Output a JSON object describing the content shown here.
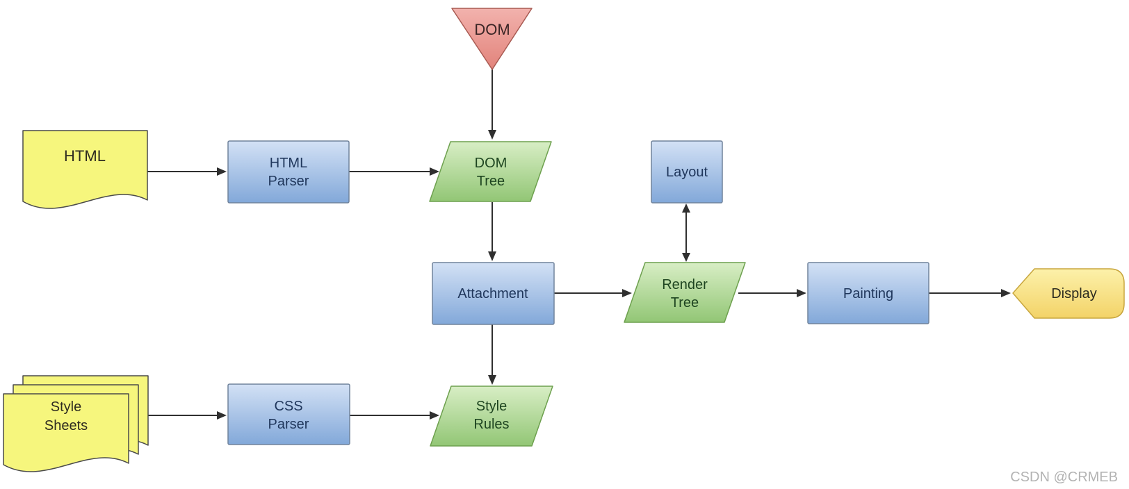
{
  "diagram": {
    "nodes": {
      "html_doc": {
        "label": "HTML"
      },
      "html_parser": {
        "line1": "HTML",
        "line2": "Parser"
      },
      "dom": {
        "label": "DOM"
      },
      "dom_tree": {
        "line1": "DOM",
        "line2": "Tree"
      },
      "layout": {
        "label": "Layout"
      },
      "attachment": {
        "label": "Attachment"
      },
      "render_tree": {
        "line1": "Render",
        "line2": "Tree"
      },
      "painting": {
        "label": "Painting"
      },
      "display": {
        "label": "Display"
      },
      "style_sheets": {
        "line1": "Style",
        "line2": "Sheets"
      },
      "css_parser": {
        "line1": "CSS",
        "line2": "Parser"
      },
      "style_rules": {
        "line1": "Style",
        "line2": "Rules"
      }
    },
    "colors": {
      "box_blue_top": "#d3e1f5",
      "box_blue_bottom": "#82a8d9",
      "box_blue_border": "#70839c",
      "box_blue_text": "#20375c",
      "para_green_top": "#d8eec5",
      "para_green_bottom": "#92c675",
      "para_green_border": "#6da04e",
      "para_green_text": "#1e4520",
      "doc_yellow": "#f6f67d",
      "doc_border": "#4a4a4a",
      "doc_text": "#2e2b20",
      "tri_red_top": "#f2b2ad",
      "tri_red_bottom": "#e2837b",
      "tri_red_border": "#a85a52",
      "tri_red_text": "#3a2525",
      "display_gold_top": "#fcf1aa",
      "display_gold_bottom": "#f3d368",
      "display_gold_border": "#c8a63e",
      "display_text": "#2b2a1f",
      "arrow": "#2f2f2f",
      "watermark_gray": "#b3b3b3"
    },
    "watermark": "CSDN @CRMEB"
  }
}
